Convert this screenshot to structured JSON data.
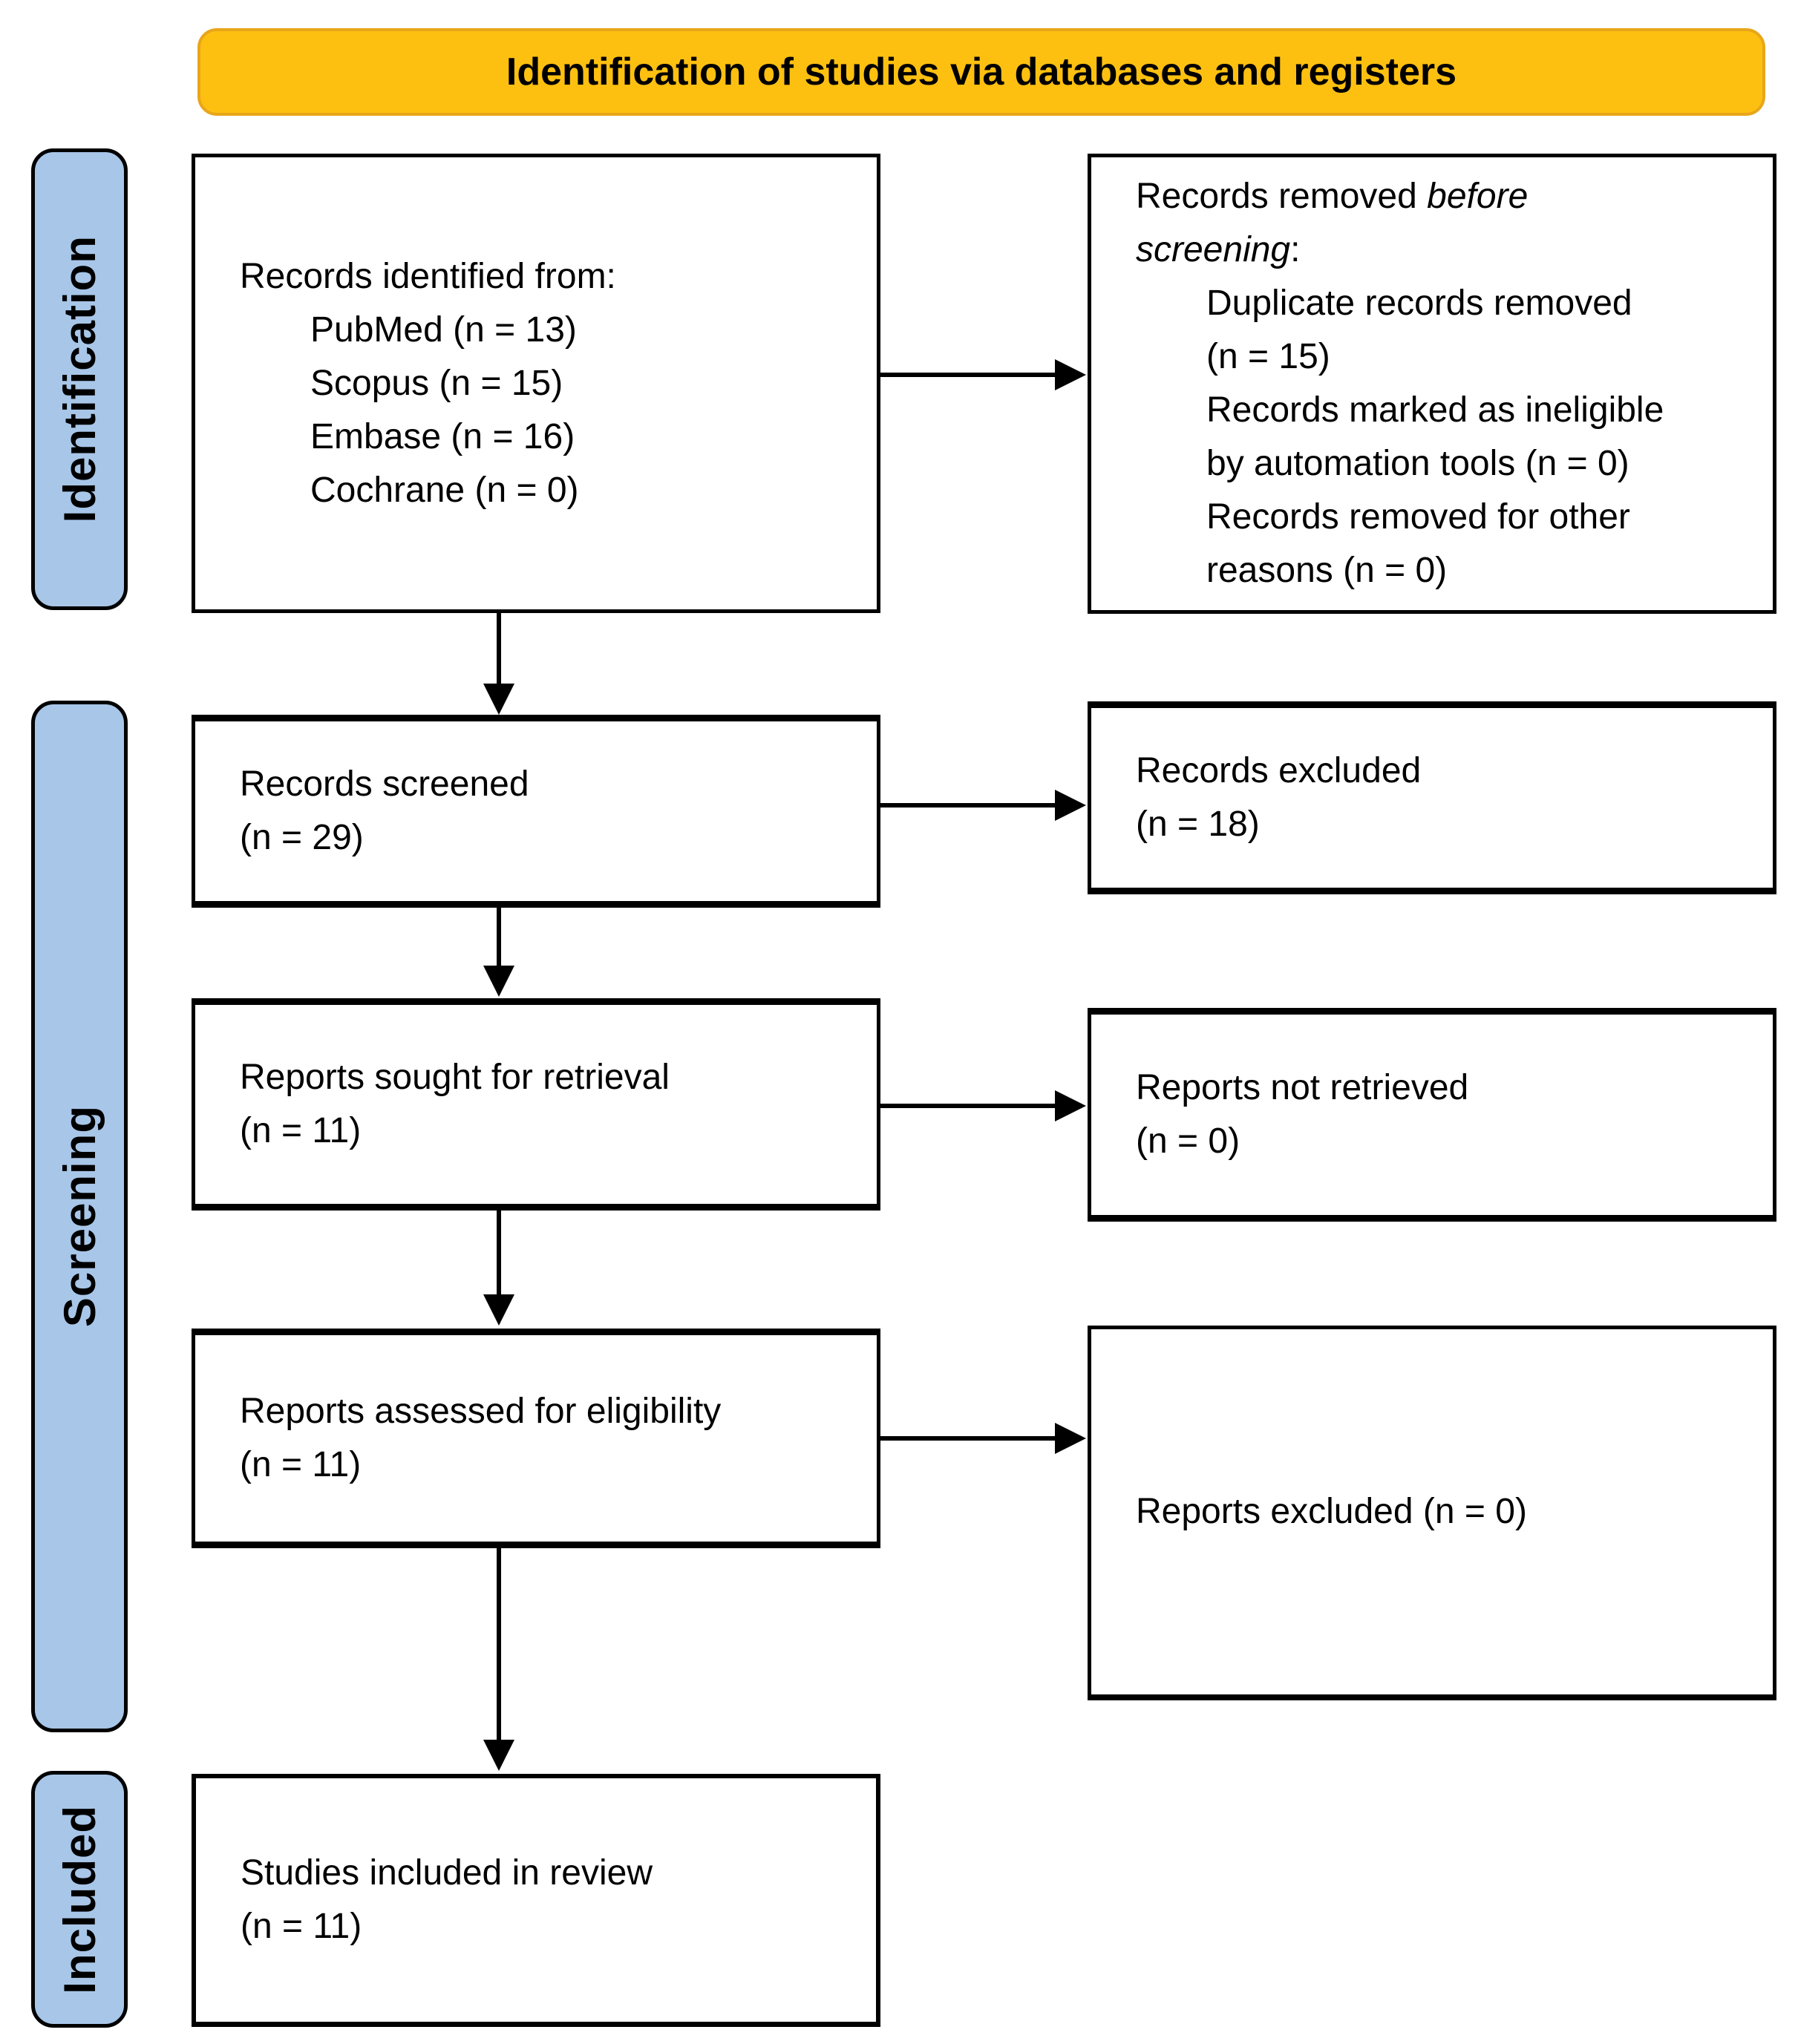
{
  "banner": {
    "title": "Identification of studies via databases and registers"
  },
  "stages": {
    "identification": "Identification",
    "screening": "Screening",
    "included": "Included"
  },
  "boxes": {
    "identified": {
      "title": "Records identified from:",
      "items": [
        "PubMed (n = 13)",
        "Scopus (n = 15)",
        "Embase (n = 16)",
        "Cochrane (n = 0)"
      ]
    },
    "removed": {
      "title_prefix": "Records removed ",
      "title_italic": "before screening",
      "title_suffix": ":",
      "items": [
        "Duplicate records removed (n = 15)",
        "Records marked as ineligible by automation tools (n = 0)",
        "Records removed for other reasons (n = 0)"
      ]
    },
    "screened": {
      "line1": "Records screened",
      "line2": "(n = 29)"
    },
    "records_excluded": {
      "line1": "Records excluded",
      "line2": "(n = 18)"
    },
    "sought": {
      "line1": "Reports sought for retrieval",
      "line2": "(n = 11)"
    },
    "not_retrieved": {
      "line1": "Reports not retrieved",
      "line2": "(n = 0)"
    },
    "assessed": {
      "line1": "Reports assessed for eligibility",
      "line2": "(n = 11)"
    },
    "reports_excluded": {
      "text": "Reports excluded (n = 0)"
    },
    "included_review": {
      "line1": "Studies included in review",
      "line2": "(n = 11)"
    }
  },
  "colors": {
    "banner_fill": "#FDC010",
    "banner_border": "#E9A61A",
    "sidebar_fill": "#A8C6E8",
    "box_border": "#000000"
  }
}
